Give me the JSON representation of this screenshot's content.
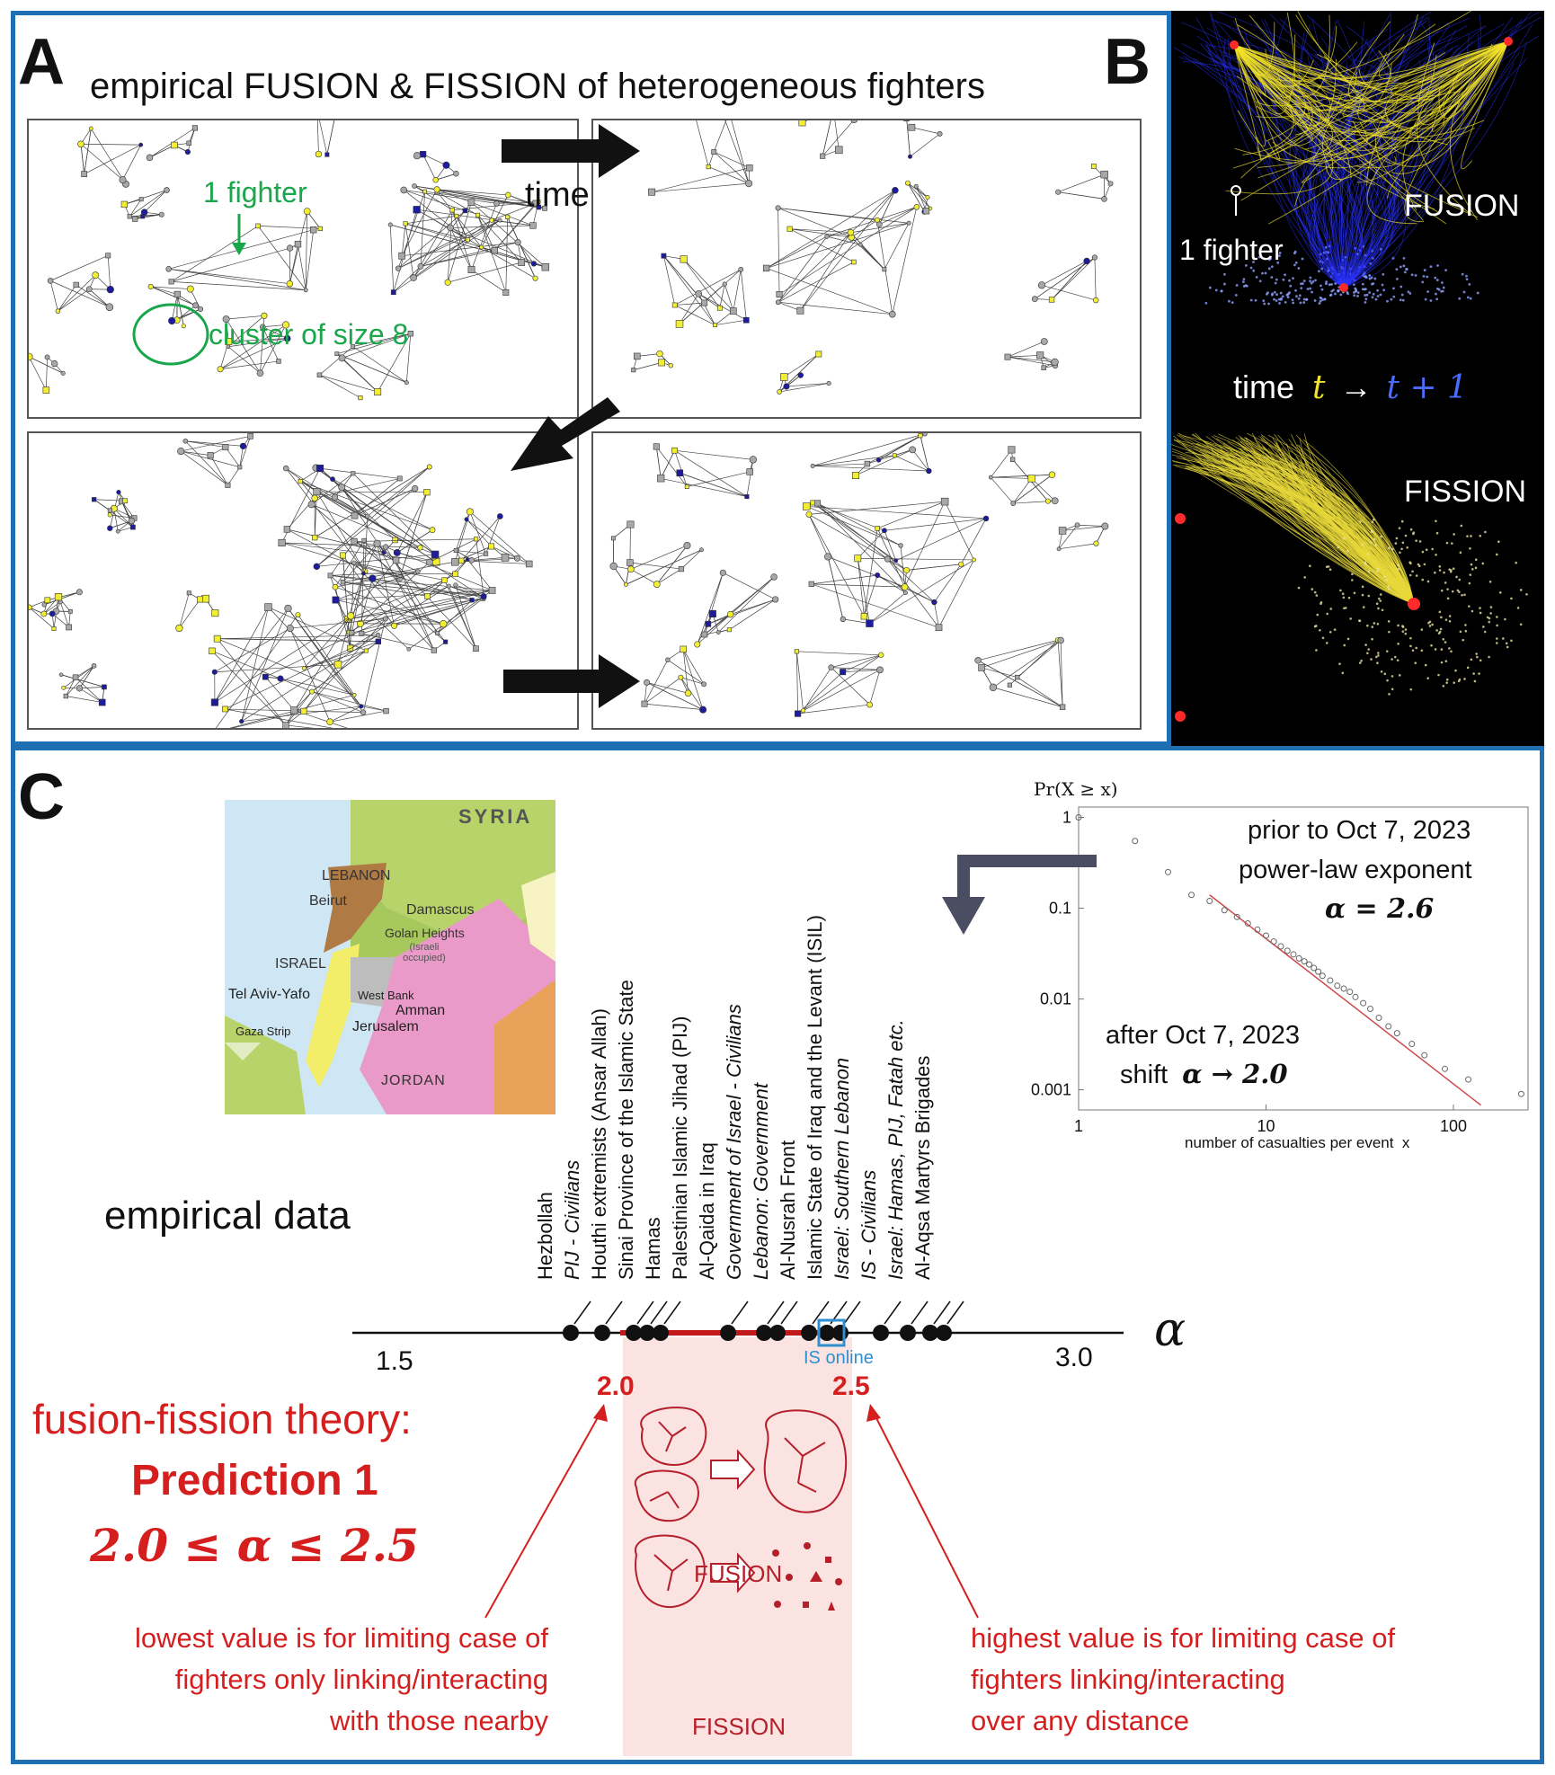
{
  "panel_a": {
    "letter": "A",
    "title": "empirical FUSION & FISSION of heterogeneous fighters",
    "time_label": "time",
    "one_fighter": "1 fighter",
    "cluster_label": "cluster of size 8"
  },
  "panel_b": {
    "letter": "B",
    "fusion": "FUSION",
    "fission": "FISSION",
    "one_fighter": "1 fighter",
    "time_word": "time",
    "t": "t",
    "arrow": "→",
    "t_plus_one": "t + 1"
  },
  "panel_c": {
    "letter": "C",
    "empirical_data": "empirical data",
    "map": {
      "syria": "SYRIA",
      "lebanon": "LEBANON",
      "beirut": "Beirut",
      "damascus": "Damascus",
      "golan": "Golan Heights",
      "golan_note": "(Israeli occupied)",
      "israel": "ISRAEL",
      "tel_aviv": "Tel Aviv-Yafo",
      "west_bank": "West Bank",
      "amman": "Amman",
      "jerusalem": "Jerusalem",
      "gaza": "Gaza Strip",
      "jordan": "JORDAN"
    },
    "alpha_axis": {
      "symbol": "α",
      "tick_labels": [
        "1.5",
        "3.0"
      ],
      "range": [
        1.5,
        3.0
      ],
      "is_online": "IS online",
      "prediction_marks": [
        "2.0",
        "2.5"
      ]
    },
    "groups": [
      {
        "name": "Hezbollah",
        "italic": false,
        "alpha": 1.89
      },
      {
        "name": "PIJ - Civilians",
        "italic": true,
        "alpha": 1.96
      },
      {
        "name": "Houthi extremists (Ansar Allah)",
        "italic": false,
        "alpha": 2.03
      },
      {
        "name": "Sinai Province of the Islamic State",
        "italic": false,
        "alpha": 2.06
      },
      {
        "name": "Hamas",
        "italic": false,
        "alpha": 2.09
      },
      {
        "name": "Palestinian Islamic Jihad (PIJ)",
        "italic": false,
        "alpha": 2.24
      },
      {
        "name": "Al-Qaida in Iraq",
        "italic": false,
        "alpha": 2.32
      },
      {
        "name": "Government of Israel - Civilians",
        "italic": true,
        "alpha": 2.35
      },
      {
        "name": "Lebanon: Government",
        "italic": true,
        "alpha": 2.42
      },
      {
        "name": "Al-Nusrah Front",
        "italic": false,
        "alpha": 2.46
      },
      {
        "name": "Islamic State of Iraq and the Levant (ISIL)",
        "italic": false,
        "alpha": 2.49
      },
      {
        "name": "Israel: Southern Lebanon",
        "italic": true,
        "alpha": 2.58
      },
      {
        "name": "IS - Civilians",
        "italic": true,
        "alpha": 2.64
      },
      {
        "name": "Israel: Hamas, PIJ, Fatah etc.",
        "italic": true,
        "alpha": 2.69
      },
      {
        "name": "Al-Aqsa Martyrs Brigades",
        "italic": false,
        "alpha": 2.72
      }
    ],
    "theory": {
      "heading": "fusion-fission theory:",
      "prediction": "Prediction 1",
      "inequality": "2.0 ≤ α ≤ 2.5",
      "fusion": "FUSION",
      "fission": "FISSION",
      "low_note": [
        "lowest value is for limiting case of",
        "fighters only linking/interacting",
        "with those nearby"
      ],
      "high_note": [
        "highest value is for limiting case of",
        "fighters linking/interacting",
        "over any distance"
      ]
    },
    "inset": {
      "ylabel": "Pr(X ≥ x)",
      "xlabel": "number of casualties per event  x",
      "y_ticks": [
        "1",
        "0.1",
        "0.01",
        "0.001"
      ],
      "x_ticks": [
        "1",
        "10",
        "100"
      ],
      "prior_lines": [
        "prior to Oct 7, 2023",
        "power-law exponent"
      ],
      "prior_alpha": "α = 2.6",
      "after_line": "after Oct 7, 2023",
      "shift_label": "shift",
      "shift_alpha": "α → 2.0"
    }
  },
  "colors": {
    "frame": "#1f6fb5",
    "green": "#1aa64a",
    "red": "#d51f1f",
    "yellow_node": "#f2ee33",
    "blue_node": "#1c1c9c",
    "grey_node": "#a8a8a8",
    "shade": "#fbe3e1",
    "is_online": "#2f8fd1"
  },
  "chart_data": {
    "type": "scatter",
    "title": "",
    "x_label": "number of casualties per event x",
    "y_label": "Pr(X ≥ x)",
    "x_scale": "log",
    "y_scale": "log",
    "xlim": [
      1,
      250
    ],
    "ylim": [
      0.0006,
      1.3
    ],
    "fit_alpha": 2.6,
    "x": [
      1,
      2,
      3,
      4,
      5,
      6,
      7,
      8,
      9,
      10,
      11,
      12,
      13,
      14,
      15,
      16,
      17,
      18,
      19,
      20,
      22,
      24,
      26,
      28,
      30,
      33,
      36,
      40,
      45,
      50,
      60,
      70,
      90,
      120,
      230
    ],
    "y": [
      1.0,
      0.55,
      0.25,
      0.14,
      0.12,
      0.095,
      0.08,
      0.068,
      0.058,
      0.05,
      0.043,
      0.038,
      0.034,
      0.031,
      0.028,
      0.026,
      0.024,
      0.022,
      0.02,
      0.018,
      0.016,
      0.014,
      0.013,
      0.012,
      0.0105,
      0.009,
      0.0078,
      0.0062,
      0.005,
      0.0042,
      0.0032,
      0.0024,
      0.0017,
      0.0013,
      0.0009
    ]
  }
}
